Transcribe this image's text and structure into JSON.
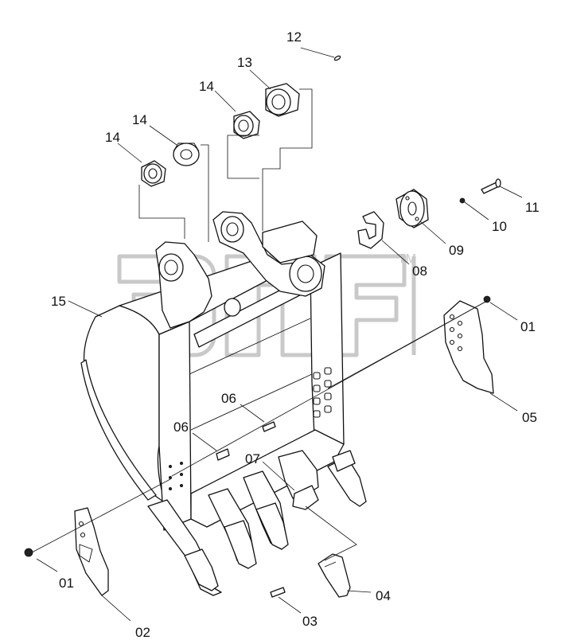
{
  "diagram": {
    "callouts": {
      "c12": "12",
      "c13": "13",
      "c14a": "14",
      "c14b": "14",
      "c14c": "14",
      "c11": "11",
      "c10": "10",
      "c09": "09",
      "c08": "08",
      "c15": "15",
      "c01a": "01",
      "c05": "05",
      "c06a": "06",
      "c06b": "06",
      "c07": "07",
      "c01b": "01",
      "c02": "02",
      "c04": "04",
      "c03": "03"
    },
    "watermark": {
      "mark": "TM"
    }
  }
}
